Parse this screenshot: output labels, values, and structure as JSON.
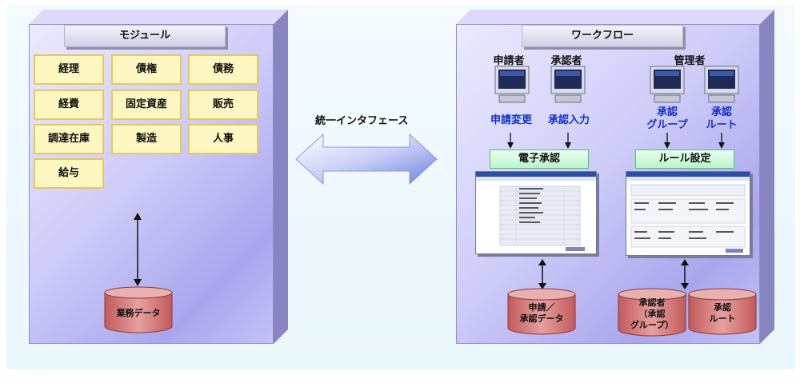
{
  "left_panel": {
    "title": "モジュール",
    "modules": [
      "経理",
      "債権",
      "債務",
      "経費",
      "固定資産",
      "販売",
      "調達在庫",
      "製造",
      "人事",
      "給与"
    ],
    "database": "業務データ"
  },
  "interface": {
    "label": "統一インタフェース"
  },
  "right_panel": {
    "title": "ワークフロー",
    "roles": {
      "applicant": "申請者",
      "approver": "承認者",
      "admin": "管理者"
    },
    "actions": {
      "apply_change": "申請変更",
      "approval_input": "承認入力",
      "approval_group": [
        "承認",
        "グループ"
      ],
      "approval_route": [
        "承認",
        "ルート"
      ]
    },
    "processes": {
      "e_approval": "電子承認",
      "rule_setting": "ルール設定"
    },
    "databases": {
      "apply_data": [
        "申請／",
        "承認データ"
      ],
      "approver_group": [
        "承認者",
        "（承認",
        "グループ）"
      ],
      "approval_route": [
        "承認",
        "ルート"
      ]
    }
  },
  "colors": {
    "panel": "#c9c7f7",
    "module_fill": "#fff7c2",
    "module_border": "#e8c85a",
    "green_box": "#b8f5c8",
    "blue_text": "#1530c8",
    "cylinder": "#d47a7a"
  }
}
